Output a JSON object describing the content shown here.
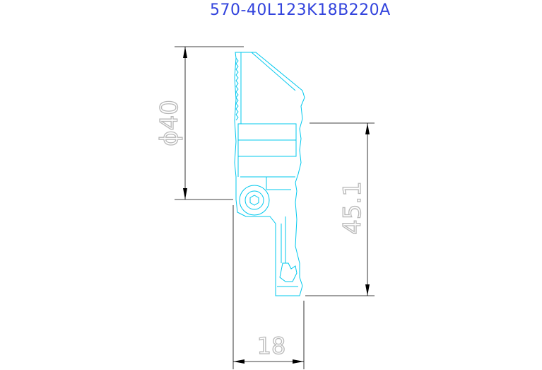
{
  "title": "570-40L123K18B220A",
  "dimensions": {
    "diameter": "ϕ40",
    "length": "45.1",
    "width": "18"
  },
  "colors": {
    "title": "#3344dd",
    "part_outline": "#00c8ee",
    "dimension_lines": "#000000",
    "dimension_text": "#b8b8b8"
  }
}
